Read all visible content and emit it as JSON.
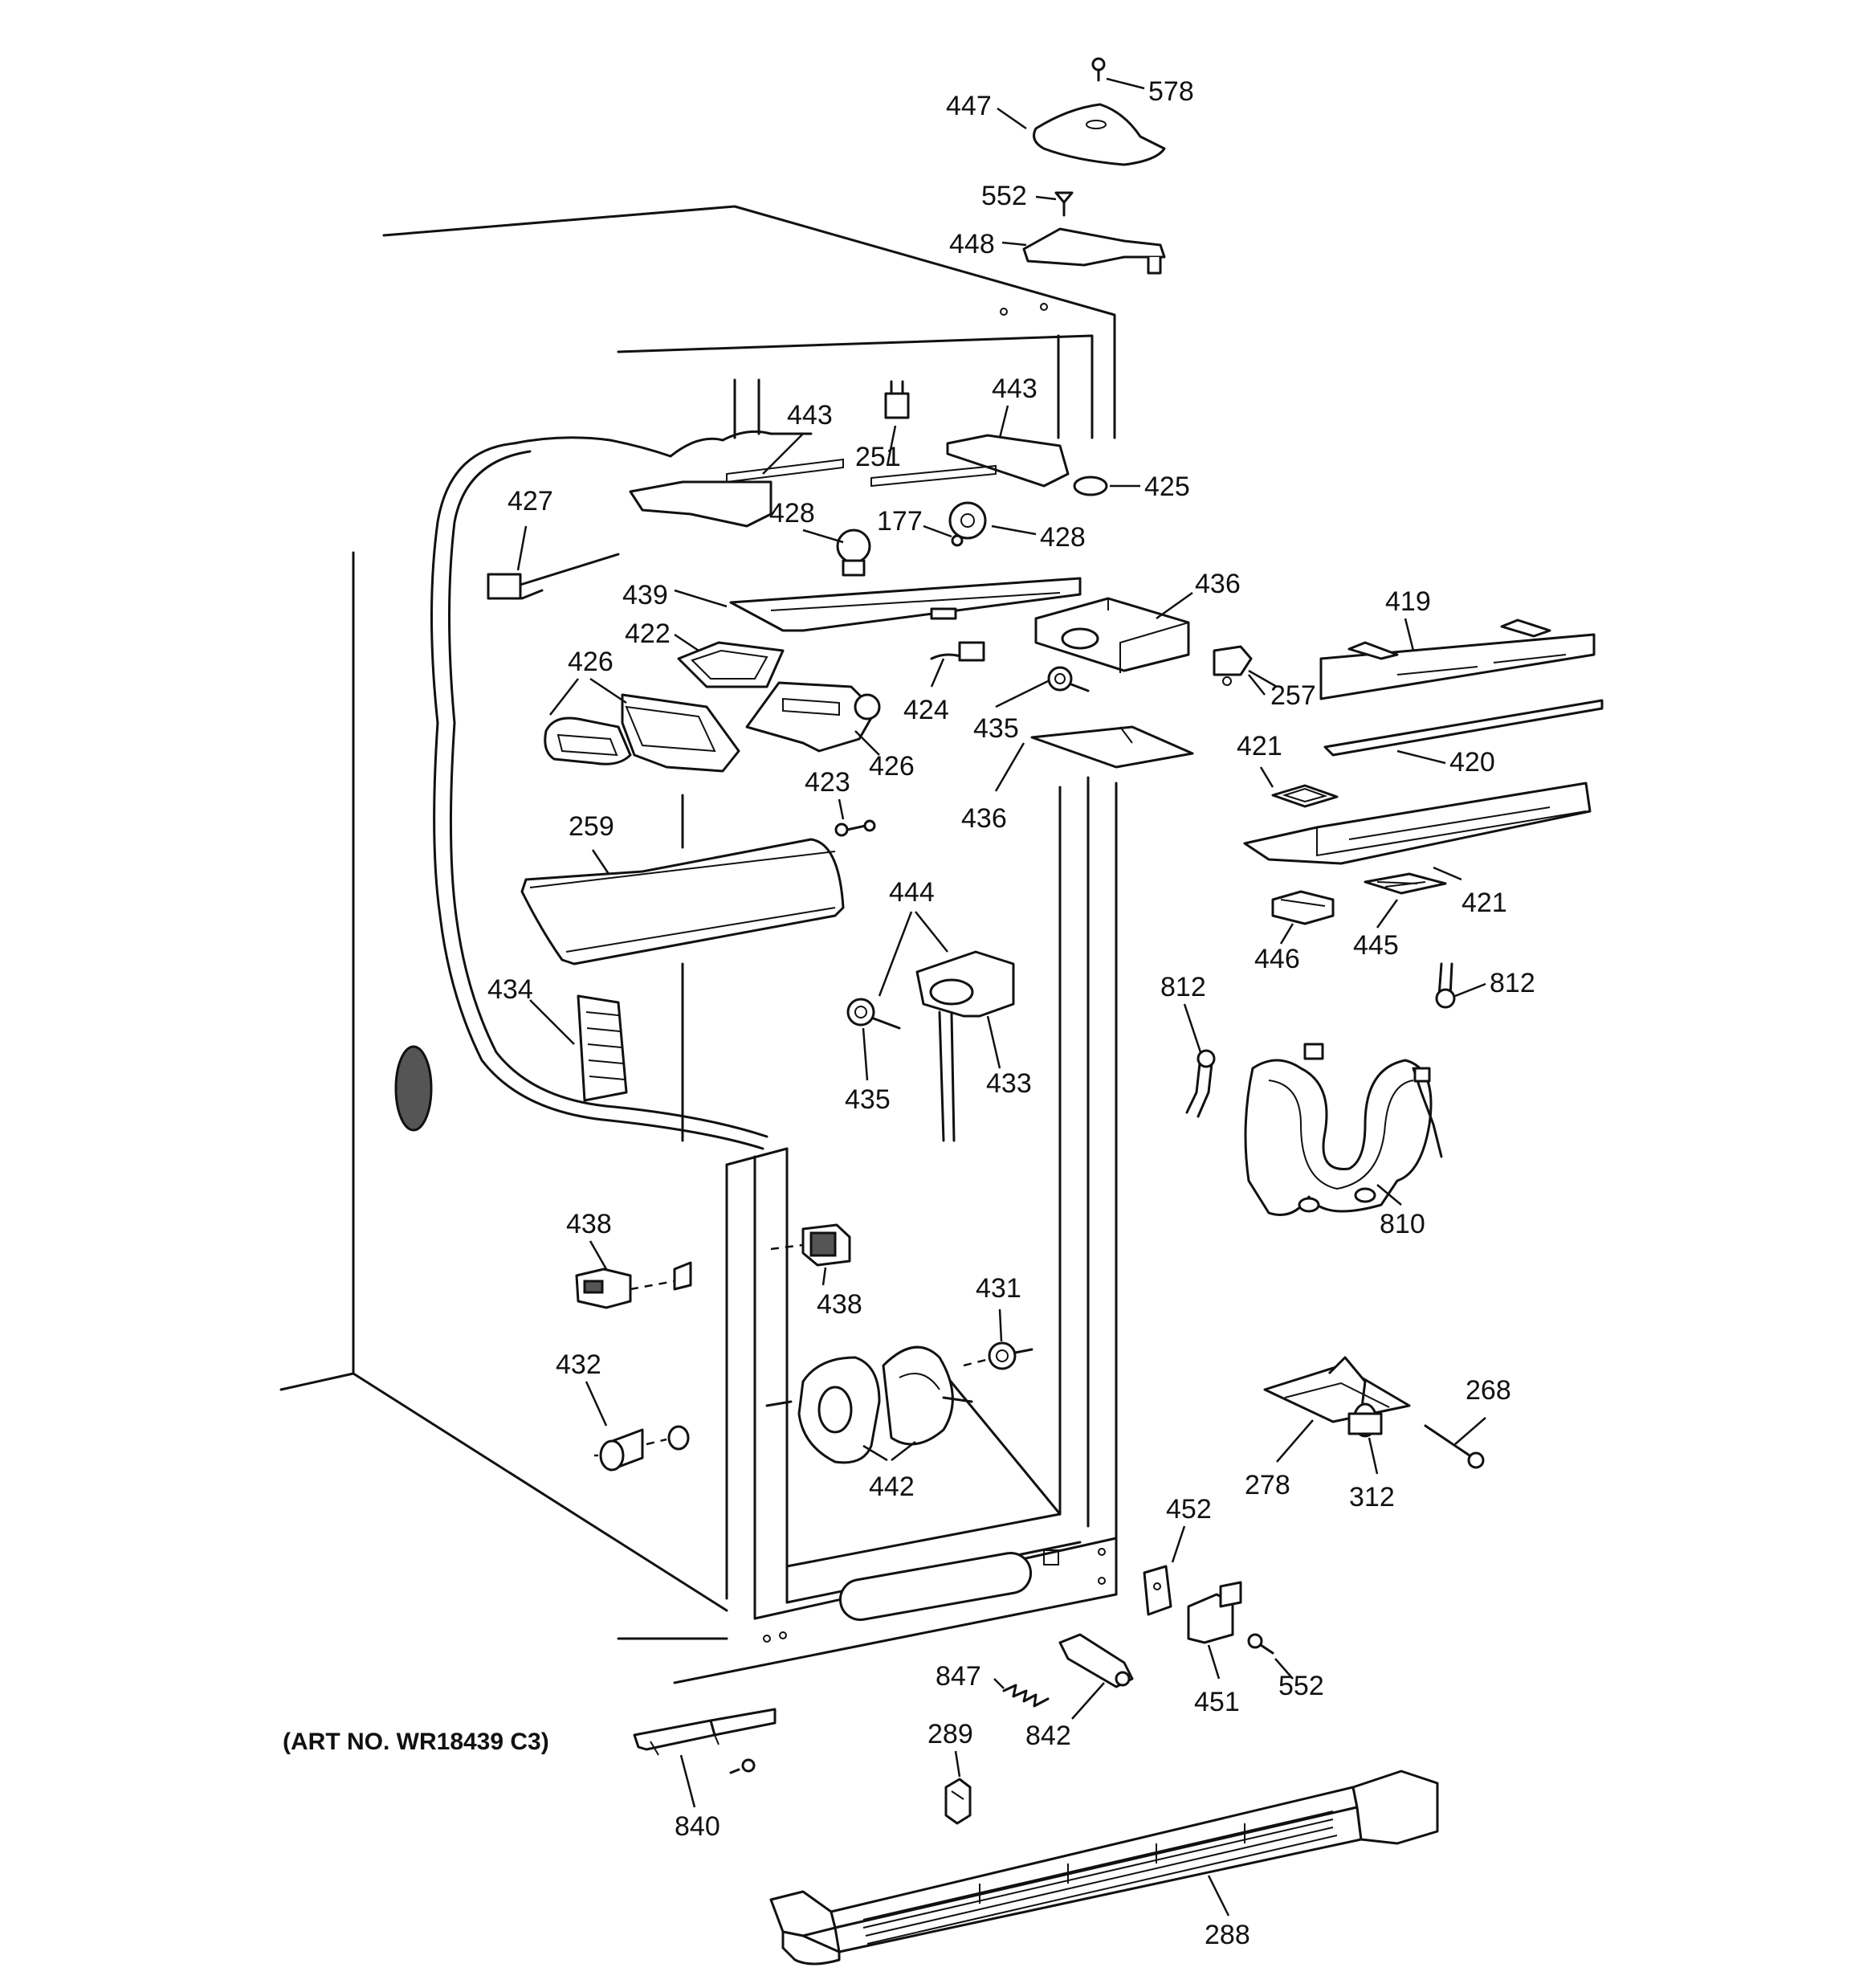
{
  "diagram": {
    "art_number": "(ART NO. WR18439 C3)",
    "callouts": [
      "578",
      "447",
      "552",
      "448",
      "443",
      "251",
      "443",
      "425",
      "427",
      "428",
      "177",
      "428",
      "439",
      "436",
      "422",
      "426",
      "424",
      "419",
      "257",
      "435",
      "426",
      "420",
      "421",
      "423",
      "436",
      "259",
      "421",
      "446",
      "445",
      "444",
      "812",
      "812",
      "434",
      "435",
      "433",
      "810",
      "438",
      "438",
      "431",
      "432",
      "268",
      "442",
      "278",
      "312",
      "452",
      "847",
      "552",
      "451",
      "842",
      "289",
      "840",
      "288"
    ]
  }
}
